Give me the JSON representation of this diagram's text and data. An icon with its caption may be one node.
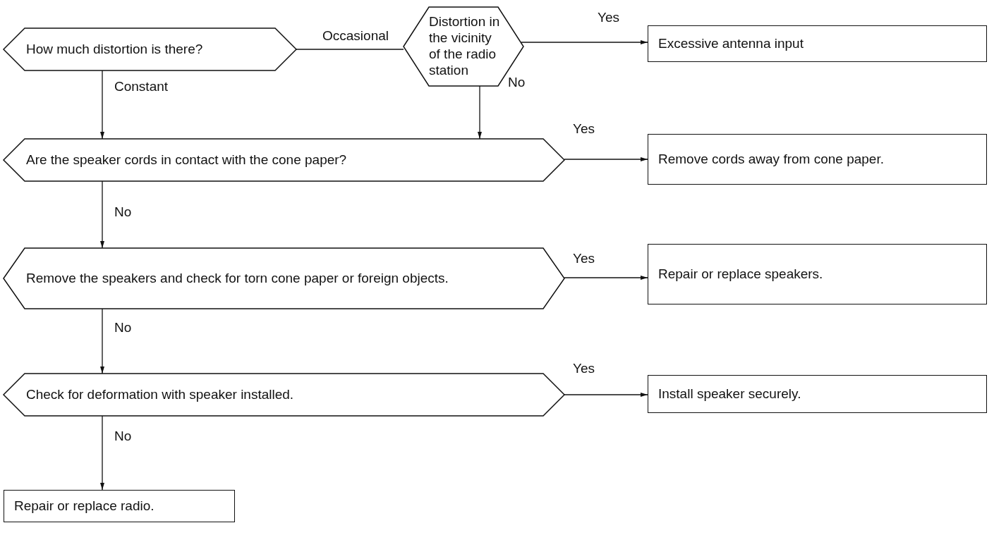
{
  "diagram": {
    "nodes": [
      {
        "text": [
          "How much distortion is there?"
        ]
      },
      {
        "text": [
          "Distortion in the vicinity of the radio station"
        ]
      },
      {
        "text": [
          "Excessive antenna input"
        ]
      },
      {
        "text": [
          "Are the speaker cords in contact with the cone paper?"
        ]
      },
      {
        "text": [
          "Remove cords away from cone paper."
        ]
      },
      {
        "text": [
          "Remove the speakers and check for torn cone paper or foreign objects."
        ]
      },
      {
        "text": [
          "Repair or replace speakers."
        ]
      },
      {
        "text": [
          "Check for deformation with speaker installed."
        ]
      },
      {
        "text": [
          "Install speaker securely."
        ]
      },
      {
        "text": [
          "Repair or replace radio."
        ]
      }
    ],
    "edges": [
      {
        "from": 0,
        "to": 1,
        "arrow": "none",
        "label": "Occasional"
      },
      {
        "from": 1,
        "to": 2,
        "arrow": "to",
        "label": "Yes"
      },
      {
        "from": 0,
        "to": 3,
        "arrow": "to",
        "label": "Constant"
      },
      {
        "from": 1,
        "to": 3,
        "arrow": "to",
        "label": "No"
      },
      {
        "from": 3,
        "to": 4,
        "arrow": "to",
        "label": "Yes"
      },
      {
        "from": 3,
        "to": 5,
        "arrow": "to",
        "label": "No"
      },
      {
        "from": 5,
        "to": 6,
        "arrow": "to",
        "label": "Yes"
      },
      {
        "from": 5,
        "to": 7,
        "arrow": "to",
        "label": "No"
      },
      {
        "from": 7,
        "to": 8,
        "arrow": "to",
        "label": "Yes"
      },
      {
        "from": 7,
        "to": 9,
        "arrow": "to",
        "label": "No"
      }
    ]
  }
}
